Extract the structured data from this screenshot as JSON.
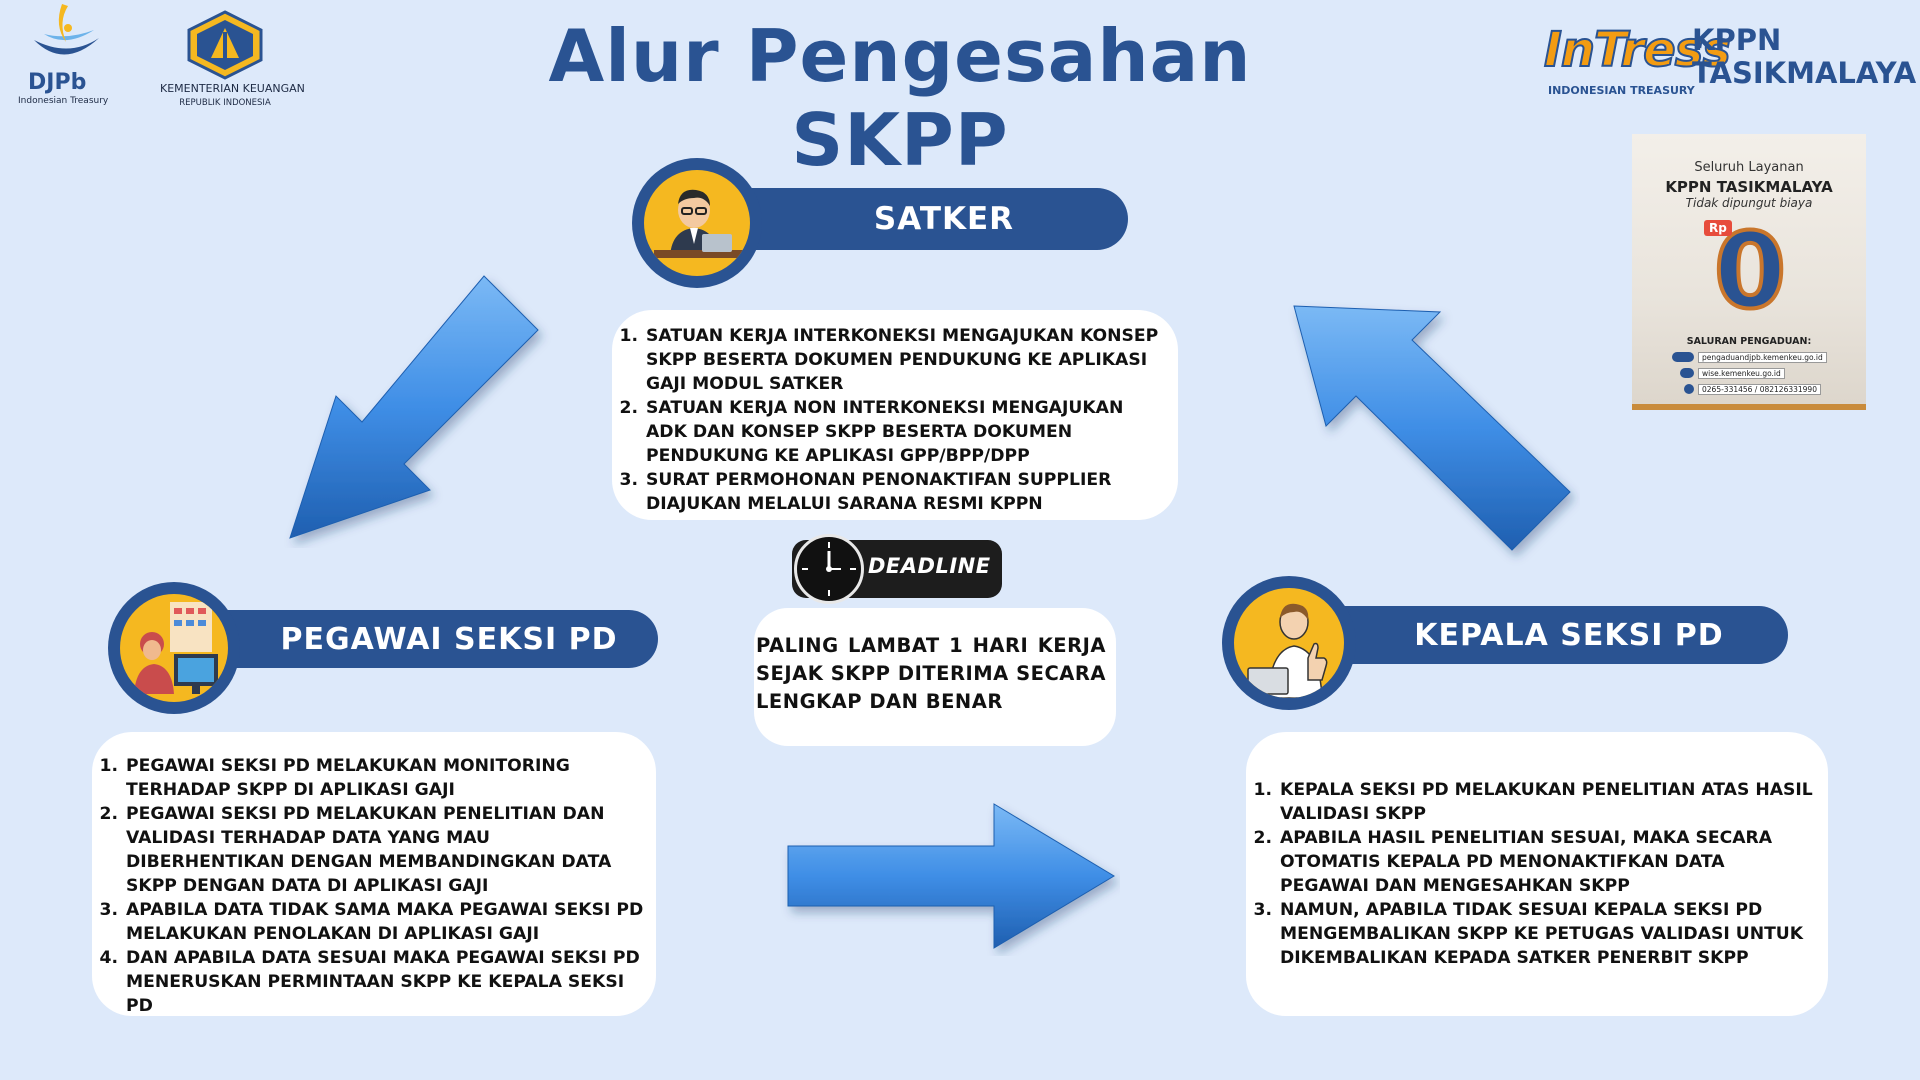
{
  "header": {
    "title": "Alur Pengesahan SKPP",
    "logo_djpb_name": "DJPb",
    "logo_djpb_sub": "Indonesian Treasury",
    "logo_kemenkeu_name": "KEMENTERIAN KEUANGAN",
    "logo_kemenkeu_sub": "REPUBLIK INDONESIA",
    "logo_intress_word": "InTress",
    "logo_intress_sub": "INDONESIAN TREASURY",
    "kppn_line1": "KPPN",
    "kppn_line2": "TASIKMALAYA"
  },
  "poster": {
    "line1": "Seluruh Layanan",
    "line2": "KPPN TASIKMALAYA",
    "line3": "Tidak dipungut biaya",
    "rp": "Rp",
    "zero": "0",
    "saluran": "SALURAN PENGADUAN:",
    "contacts": [
      "pengaduandjpb.kemenkeu.go.id",
      "wise.kemenkeu.go.id",
      "0265-331456 / 082126331990"
    ]
  },
  "satker": {
    "label": "SATKER",
    "items": [
      "SATUAN KERJA INTERKONEKSI MENGAJUKAN KONSEP SKPP BESERTA DOKUMEN PENDUKUNG KE APLIKASI GAJI MODUL SATKER",
      "SATUAN KERJA NON INTERKONEKSI MENGAJUKAN ADK DAN KONSEP SKPP BESERTA DOKUMEN PENDUKUNG KE APLIKASI GPP/BPP/DPP",
      "SURAT PERMOHONAN PENONAKTIFAN SUPPLIER DIAJUKAN MELALUI SARANA RESMI KPPN"
    ]
  },
  "deadline": {
    "label": "DEADLINE",
    "text": "PALING LAMBAT 1 HARI KERJA SEJAK SKPP DITERIMA SECARA LENGKAP DAN BENAR"
  },
  "pegawai": {
    "label": "PEGAWAI SEKSI PD",
    "items": [
      "PEGAWAI SEKSI PD MELAKUKAN MONITORING TERHADAP SKPP DI APLIKASI GAJI",
      "PEGAWAI SEKSI PD MELAKUKAN PENELITIAN DAN VALIDASI TERHADAP DATA YANG MAU DIBERHENTIKAN DENGAN MEMBANDINGKAN DATA SKPP DENGAN DATA DI APLIKASI GAJI",
      "APABILA DATA TIDAK SAMA MAKA PEGAWAI SEKSI PD MELAKUKAN PENOLAKAN DI APLIKASI GAJI",
      "DAN APABILA DATA SESUAI MAKA PEGAWAI SEKSI PD MENERUSKAN PERMINTAAN SKPP KE KEPALA SEKSI PD"
    ]
  },
  "kepala": {
    "label": "KEPALA SEKSI PD",
    "items": [
      "KEPALA SEKSI PD MELAKUKAN PENELITIAN ATAS HASIL VALIDASI SKPP",
      "APABILA HASIL PENELITIAN SESUAI, MAKA SECARA OTOMATIS KEPALA PD MENONAKTIFKAN DATA PEGAWAI DAN MENGESAHKAN SKPP",
      "NAMUN, APABILA TIDAK SESUAI KEPALA SEKSI PD MENGEMBALIKAN SKPP KE PETUGAS VALIDASI UNTUK DIKEMBALIKAN KEPADA SATKER PENERBIT SKPP"
    ]
  },
  "colors": {
    "background": "#dde9fa",
    "navy": "#2a5392",
    "avatar_yellow": "#f5b820",
    "arrow_blue": "#3f8ee6"
  }
}
